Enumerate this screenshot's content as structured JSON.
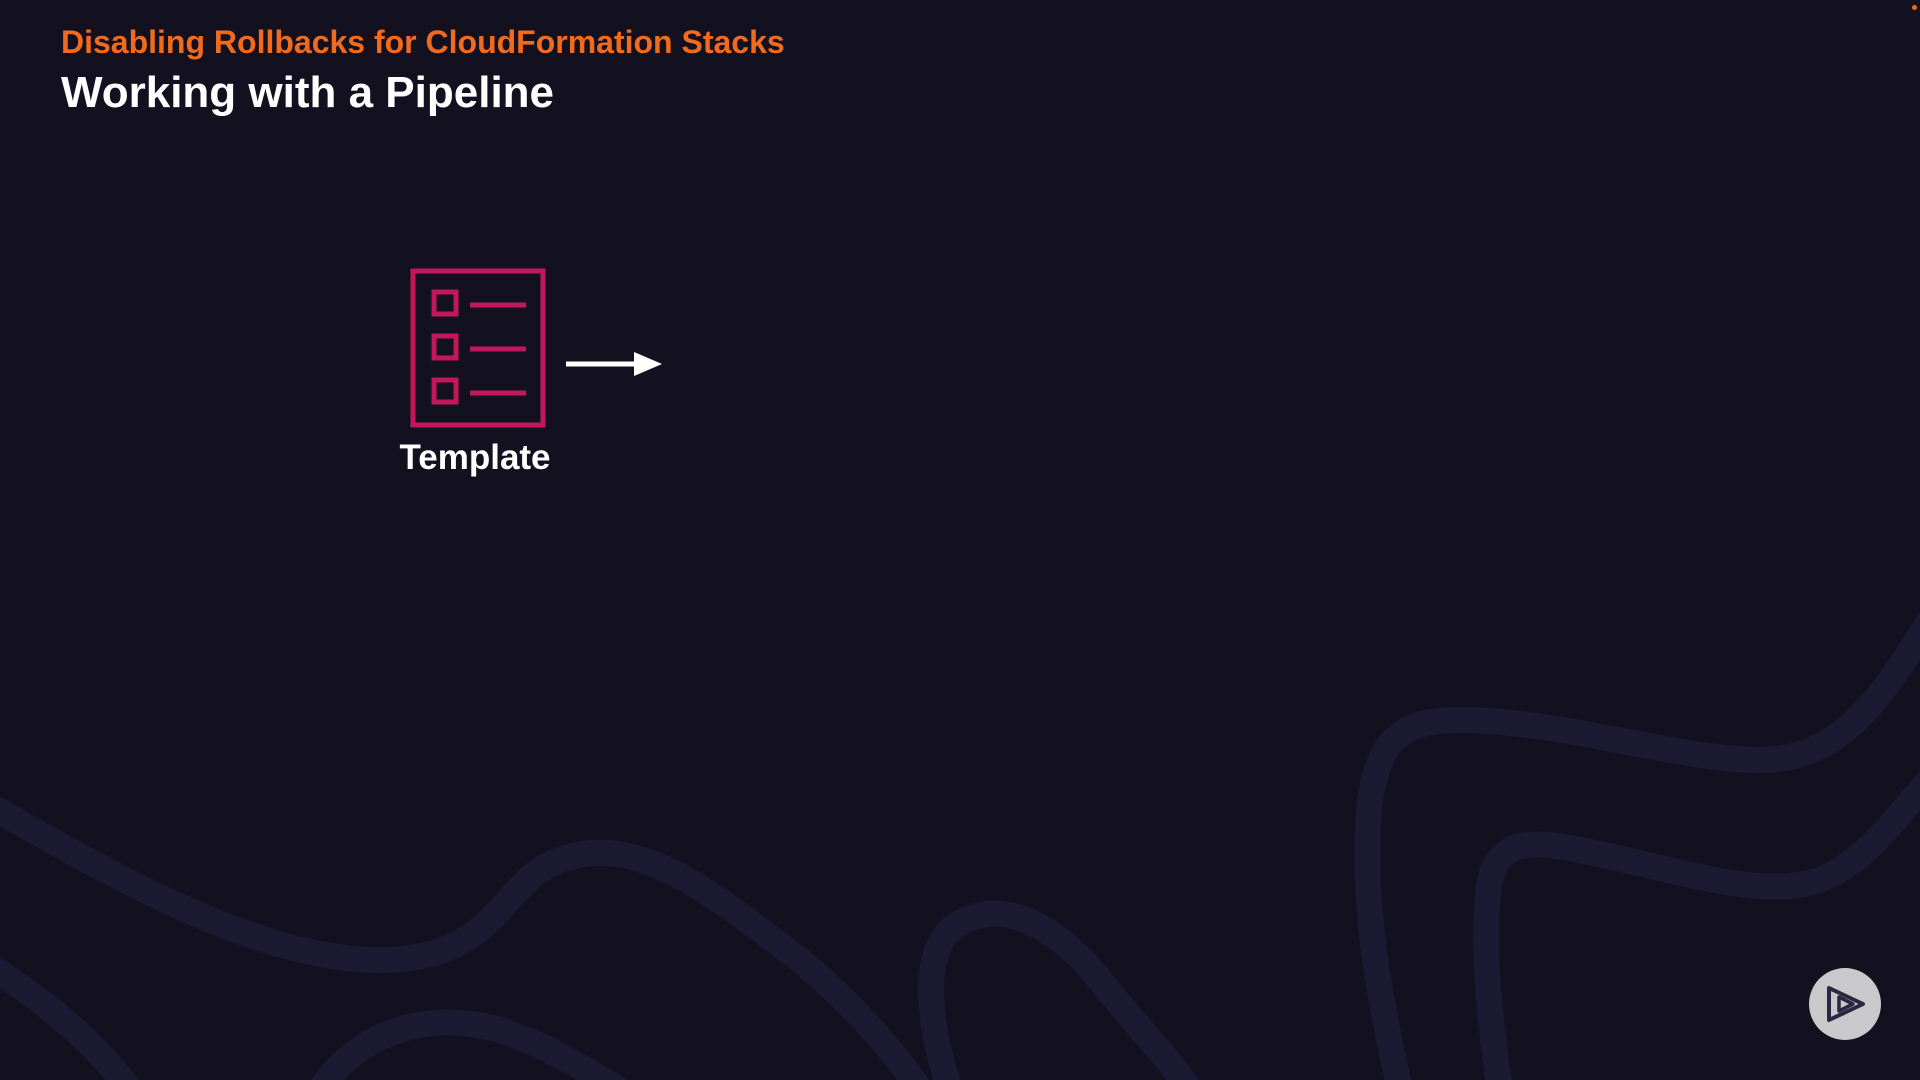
{
  "slide": {
    "kicker": "Disabling Rollbacks for CloudFormation Stacks",
    "title": "Working with a Pipeline"
  },
  "diagram": {
    "template_label": "Template",
    "template_icon": "checklist-document-icon",
    "arrow_icon": "arrow-right-icon"
  },
  "player": {
    "button_icon": "play-logo-icon"
  },
  "colors": {
    "background": "#13111f",
    "accent_orange": "#f26b1d",
    "icon_magenta": "#c2185b",
    "wave": "#1c1a33",
    "button": "#c9c9cc"
  }
}
